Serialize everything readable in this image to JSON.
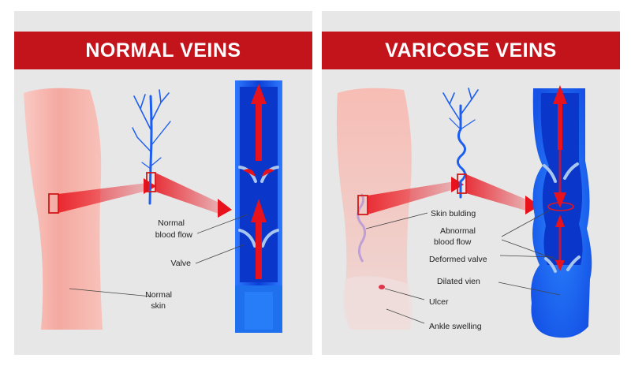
{
  "normal_panel": {
    "title": "NORMAL VEINS",
    "labels": {
      "blood_flow_line1": "Normal",
      "blood_flow_line2": "blood flow",
      "valve": "Valve",
      "skin_line1": "Normal",
      "skin_line2": "skin"
    }
  },
  "varicose_panel": {
    "title": "VARICOSE VEINS",
    "labels": {
      "skin_bulding": "Skin bulding",
      "abnormal_line1": "Abnormal",
      "abnormal_line2": "blood flow",
      "deformed_valve": "Deformed valve",
      "dilated_vien": "Dilated vien",
      "ulcer": "Ulcer",
      "ankle_swelling": "Ankle swelling"
    }
  },
  "colors": {
    "banner": "#c3141b",
    "panel_bg": "#e7e7e7",
    "vein_blue": "#1c5ef0",
    "arrow_red": "#e8121c",
    "valve": "#a9c6ee",
    "skin": "#f6b3ad"
  }
}
